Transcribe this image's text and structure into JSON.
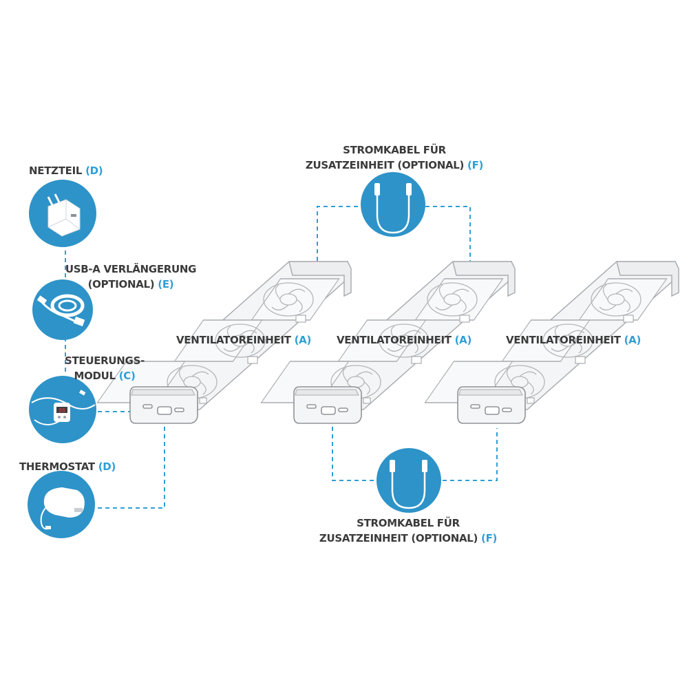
{
  "colors": {
    "accent": "#2e9fd4",
    "label_text": "#3b3b3b",
    "circle_fill": "#2e93c8",
    "unit_outline": "#a9adb1",
    "unit_fill": "#f4f5f6"
  },
  "labels": {
    "netzteil": {
      "text": "NETZTEIL ",
      "code": "(D)"
    },
    "usb_a": {
      "line1": "USB-A VERLÄNGERUNG",
      "line2": "(OPTIONAL) ",
      "code": "(E)"
    },
    "steuerung": {
      "line1": "STEUERUNGS-",
      "line2": "MODUL ",
      "code": "(C)"
    },
    "thermostat": {
      "text": "THERMOSTAT ",
      "code": "(D)"
    },
    "cable_top": {
      "line1": "STROMKABEL FÜR",
      "line2": "ZUSATZEINHEIT (OPTIONAL) ",
      "code": "(F)"
    },
    "cable_bottom": {
      "line1": "STROMKABEL FÜR",
      "line2": "ZUSATZEINHEIT (OPTIONAL) ",
      "code": "(F)"
    },
    "unit1": {
      "text": "VENTILATOREINHEIT ",
      "code": "(A)"
    },
    "unit2": {
      "text": "VENTILATOREINHEIT ",
      "code": "(A)"
    },
    "unit3": {
      "text": "VENTILATOREINHEIT ",
      "code": "(A)"
    }
  },
  "icons": [
    "power-adapter-icon",
    "usb-extension-cable-icon",
    "control-module-icon",
    "thermostat-icon",
    "usb-c-cable-icon",
    "fan-unit-icon"
  ]
}
